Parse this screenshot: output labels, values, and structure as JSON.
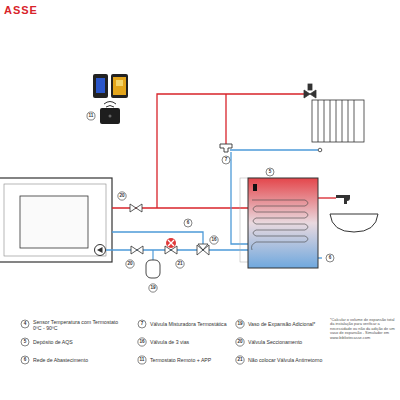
{
  "diagram": {
    "labels": [
      "ASSE",
      "11",
      "7",
      "5",
      "20",
      "6",
      "16",
      "20",
      "21",
      "19",
      "6",
      "4",
      "Sensor Temperatura com Termostato 0ºC - 90ºC",
      "5",
      "Depósito de AQS",
      "6",
      "Rede de Abastecimento",
      "7",
      "Válvula Misturadora Termostática",
      "16",
      "Válvula de 3 vias",
      "11",
      "Termostato Remoto + APP",
      "19",
      "Vaso de Expansão Adicional*",
      "20",
      "Válvula Seccionamento",
      "21",
      "Não colocar Válvula Antirretorno",
      "*Calcular o volume de expansão total da instalação para verificar a necessidade ou não da adição de um vaso de expansão - Simulador em www.bibliotecasse.com"
    ]
  }
}
